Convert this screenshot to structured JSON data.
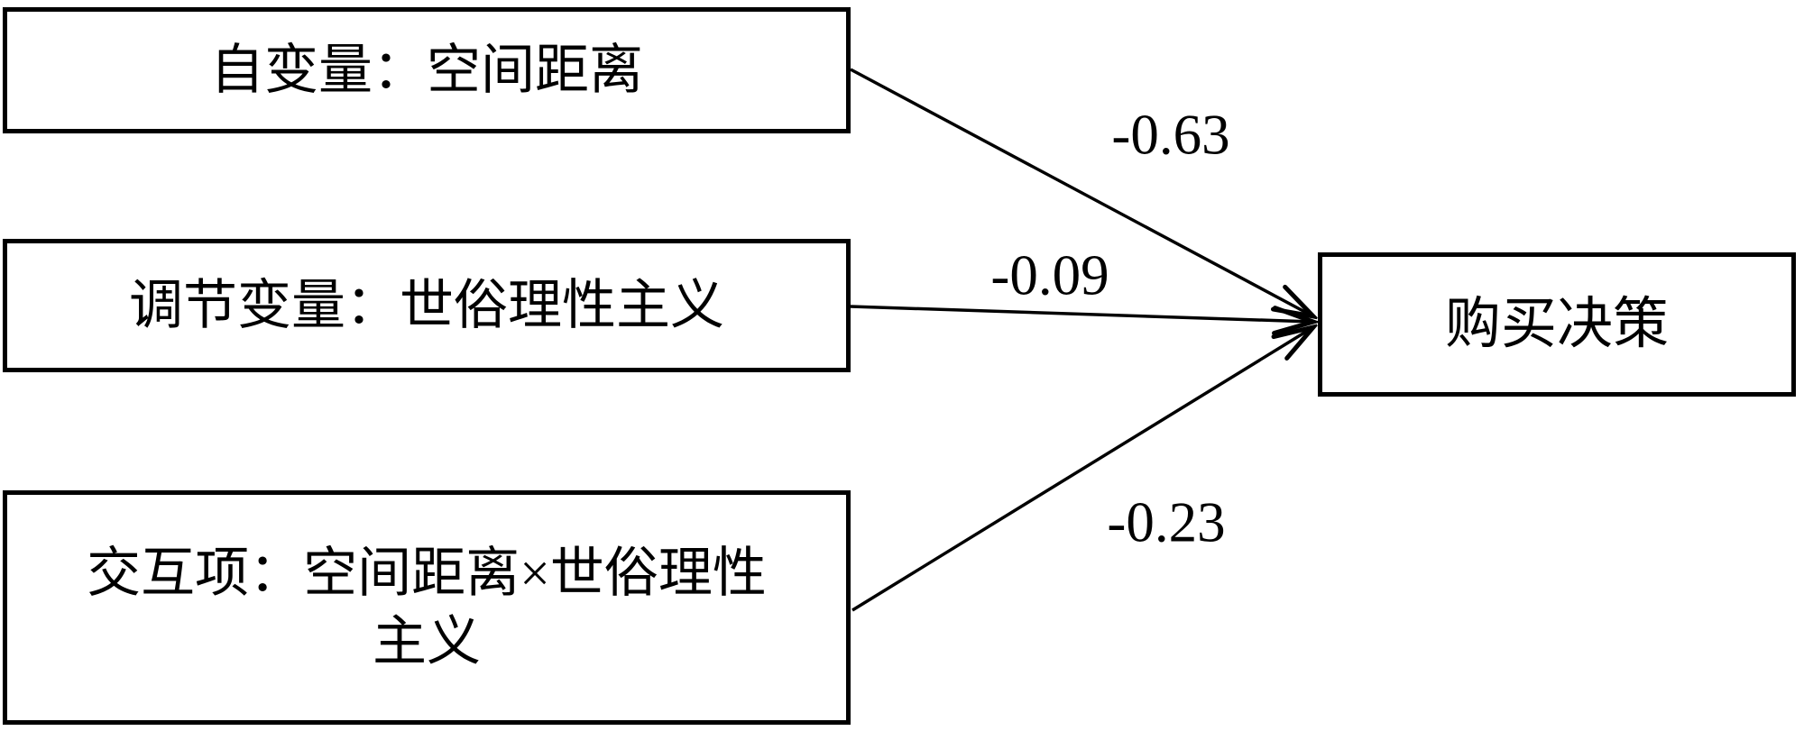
{
  "diagram": {
    "title": "moderation-path-model",
    "boxes": [
      {
        "id": "independent-variable",
        "label": "自变量：空间距离"
      },
      {
        "id": "moderator-variable",
        "label": "调节变量：世俗理性主义"
      },
      {
        "id": "interaction-term",
        "label": "交互项：空间距离×世俗理性主义",
        "lines": [
          "交互项：空间距离×世俗理性",
          "主义"
        ]
      },
      {
        "id": "outcome-variable",
        "label": "购买决策"
      }
    ],
    "arrows": [
      {
        "from": "independent-variable",
        "to": "outcome-variable",
        "coefficient": "-0.63"
      },
      {
        "from": "moderator-variable",
        "to": "outcome-variable",
        "coefficient": "-0.09"
      },
      {
        "from": "interaction-term",
        "to": "outcome-variable",
        "coefficient": "-0.23"
      }
    ],
    "colors": {
      "line": "#000000",
      "text": "#000000",
      "background": "#ffffff"
    }
  }
}
